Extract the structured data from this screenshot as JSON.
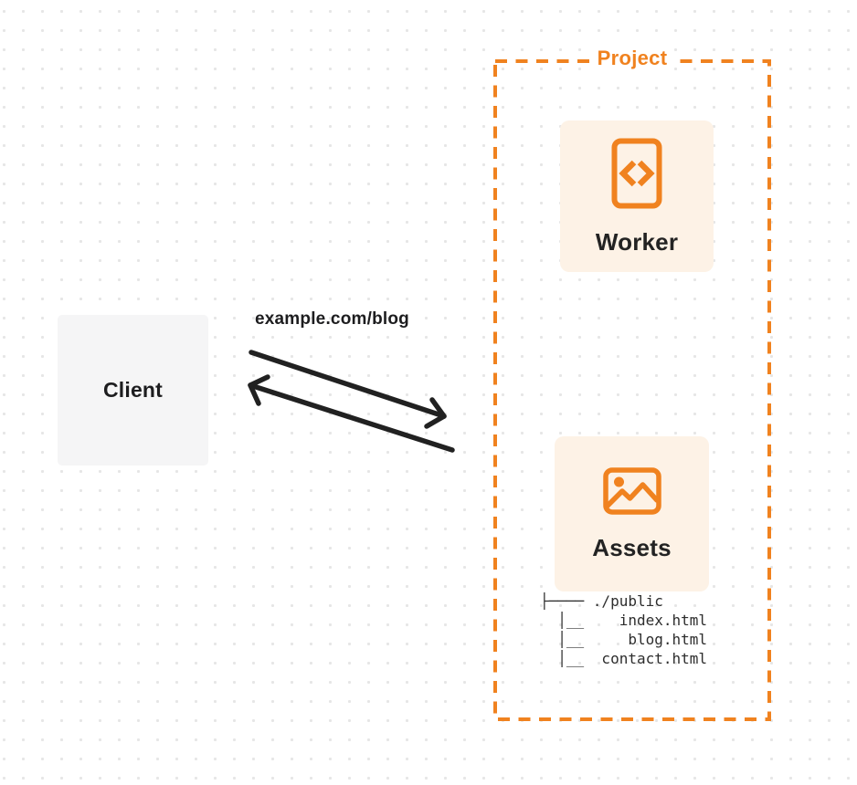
{
  "diagram": {
    "client": {
      "label": "Client"
    },
    "request_label": "example.com/blog",
    "project": {
      "label": "Project",
      "worker": {
        "label": "Worker",
        "icon": "code-document-icon"
      },
      "assets": {
        "label": "Assets",
        "icon": "image-icon"
      },
      "file_tree": {
        "lines": [
          "├──── ./public",
          "  │__    index.html",
          "  │__     blog.html",
          "  │__  contact.html"
        ]
      }
    },
    "colors": {
      "accent": "#F0821F",
      "card_bg": "#FDF2E6",
      "client_bg": "#F5F5F6",
      "arrow": "#212121",
      "text": "#1D1D1F",
      "tree_text": "#2D2D2D",
      "dot": "#E6E6E6"
    }
  }
}
